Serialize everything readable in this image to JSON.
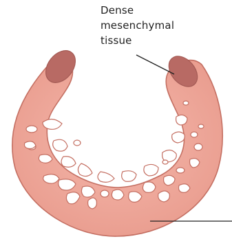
{
  "label": {
    "lines": [
      "Dense",
      "mesenchymal",
      "tissue"
    ]
  },
  "colors": {
    "tissue_fill": "#eea89c",
    "tissue_outline": "#c46f62",
    "lumen_fill": "#b86a64",
    "hole_fill": "#ffffff",
    "leader_line": "#222222"
  }
}
